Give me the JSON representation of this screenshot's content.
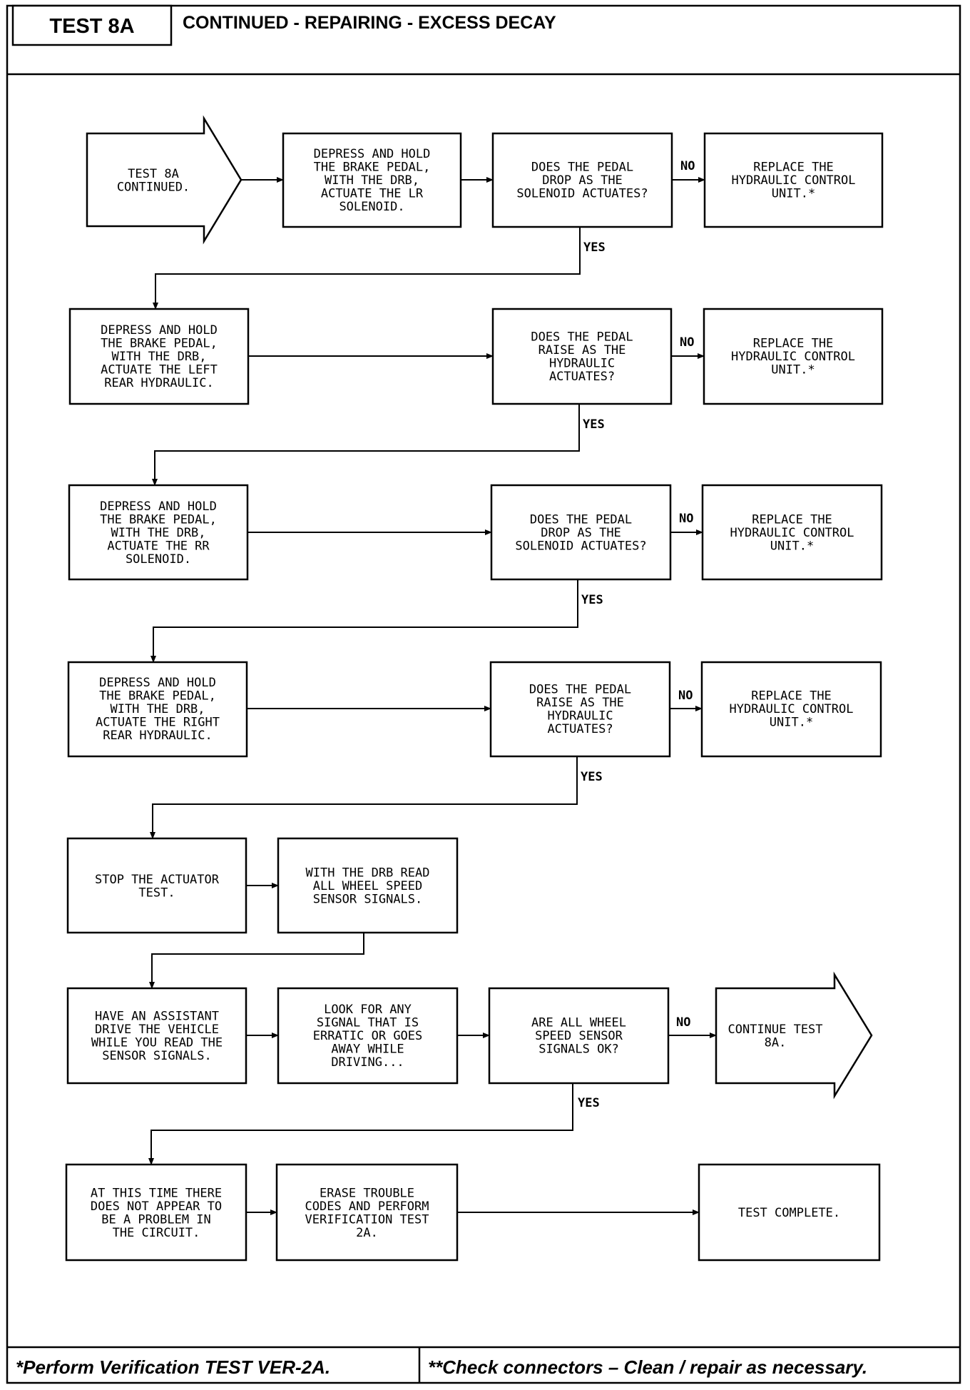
{
  "header": {
    "tag": "TEST 8A",
    "title": "CONTINUED -  REPAIRING - EXCESS DECAY"
  },
  "nodes": {
    "start": [
      "TEST 8A",
      "CONTINUED."
    ],
    "r1_action": [
      "DEPRESS AND HOLD",
      "THE BRAKE PEDAL,",
      "WITH THE DRB,",
      "ACTUATE THE LR",
      "SOLENOID."
    ],
    "r1_question": [
      "DOES THE PEDAL",
      "DROP AS THE",
      "SOLENOID ACTUATES?"
    ],
    "r1_replace": [
      "REPLACE THE",
      "HYDRAULIC CONTROL",
      "UNIT.*"
    ],
    "r2_action": [
      "DEPRESS AND HOLD",
      "THE BRAKE PEDAL,",
      "WITH THE DRB,",
      "ACTUATE THE LEFT",
      "REAR HYDRAULIC."
    ],
    "r2_question": [
      "DOES THE PEDAL",
      "RAISE AS THE",
      "HYDRAULIC",
      "ACTUATES?"
    ],
    "r2_replace": [
      "REPLACE THE",
      "HYDRAULIC CONTROL",
      "UNIT.*"
    ],
    "r3_action": [
      "DEPRESS AND HOLD",
      "THE BRAKE PEDAL,",
      "WITH THE DRB,",
      "ACTUATE THE RR",
      "SOLENOID."
    ],
    "r3_question": [
      "DOES THE PEDAL",
      "DROP AS THE",
      "SOLENOID ACTUATES?"
    ],
    "r3_replace": [
      "REPLACE THE",
      "HYDRAULIC CONTROL",
      "UNIT.*"
    ],
    "r4_action": [
      "DEPRESS AND HOLD",
      "THE BRAKE PEDAL,",
      "WITH THE DRB,",
      "ACTUATE THE RIGHT",
      "REAR HYDRAULIC."
    ],
    "r4_question": [
      "DOES THE PEDAL",
      "RAISE AS THE",
      "HYDRAULIC",
      "ACTUATES?"
    ],
    "r4_replace": [
      "REPLACE THE",
      "HYDRAULIC CONTROL",
      "UNIT.*"
    ],
    "stop_test": [
      "STOP THE ACTUATOR",
      "TEST."
    ],
    "read_signals": [
      "WITH THE DRB READ",
      "ALL WHEEL SPEED",
      "SENSOR SIGNALS."
    ],
    "assistant_drive": [
      "HAVE AN ASSISTANT",
      "DRIVE THE VEHICLE",
      "WHILE YOU READ THE",
      "SENSOR SIGNALS."
    ],
    "look_erratic": [
      "LOOK FOR ANY",
      "SIGNAL THAT IS",
      "ERRATIC OR GOES",
      "AWAY WHILE",
      "DRIVING..."
    ],
    "signals_ok": [
      "ARE ALL WHEEL",
      "SPEED SENSOR",
      "SIGNALS OK?"
    ],
    "continue_test": [
      "CONTINUE TEST",
      "8A."
    ],
    "no_problem": [
      "AT THIS TIME THERE",
      "DOES NOT APPEAR TO",
      "BE A PROBLEM IN",
      "THE CIRCUIT."
    ],
    "erase_codes": [
      "ERASE TROUBLE",
      "CODES AND PERFORM",
      "VERIFICATION TEST",
      "2A."
    ],
    "test_complete": [
      "TEST COMPLETE."
    ]
  },
  "labels": {
    "no": "NO",
    "yes": "YES"
  },
  "footer": {
    "left": "*Perform Verification TEST VER-2A.",
    "right": "**Check connectors – Clean / repair as necessary."
  }
}
